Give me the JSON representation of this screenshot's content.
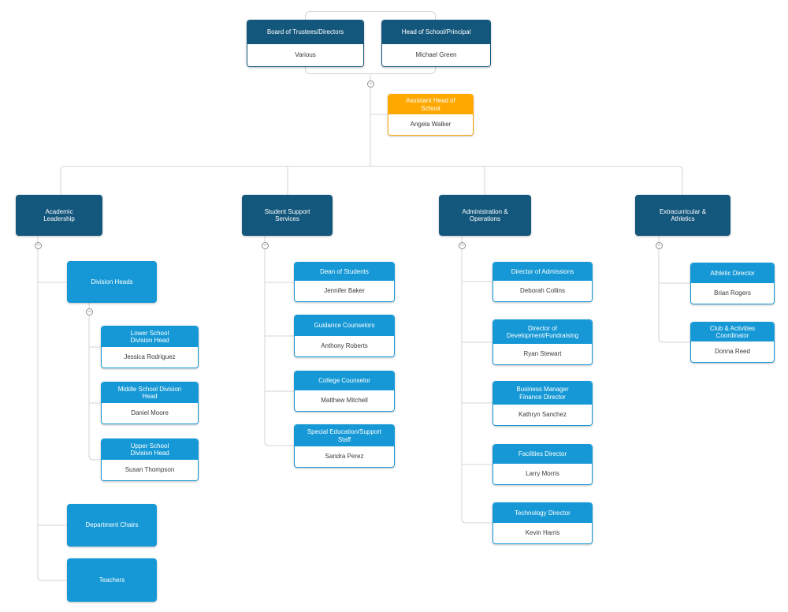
{
  "palette": {
    "dark": "#14577d",
    "light": "#1598d5",
    "orange": "#ffa800",
    "line": "#d4d4d4"
  },
  "icons": {
    "collapse_glyph": "−"
  },
  "nodes": {
    "board": {
      "title": "Board of Trustees/Directors",
      "person": "Various"
    },
    "head": {
      "title": "Head of School/Principal",
      "person": "Michael Green"
    },
    "assistant": {
      "title": "Assistant Head of\nSchool",
      "person": "Angela Walker"
    },
    "academic": {
      "title": "Academic\nLeadership"
    },
    "student": {
      "title": "Student Support\nServices"
    },
    "admin": {
      "title": "Administration &\nOperations"
    },
    "extra": {
      "title": "Extracurricular &\nAthletics"
    },
    "division_heads": {
      "title": "Division Heads"
    },
    "lower": {
      "title": "Lower School\nDivision Head",
      "person": "Jessica Rodriguez"
    },
    "middle": {
      "title": "Middle School Division\nHead",
      "person": "Daniel Moore"
    },
    "upper": {
      "title": "Upper School\nDivision Head",
      "person": "Susan Thompson"
    },
    "dept_chairs": {
      "title": "Department Chairs"
    },
    "teachers": {
      "title": "Teachers"
    },
    "dean": {
      "title": "Dean of Students",
      "person": "Jennifer Baker"
    },
    "guidance": {
      "title": "Guidance Counselors",
      "person": "Anthony Roberts"
    },
    "college": {
      "title": "College Counselor",
      "person": "Matthew Mitchell"
    },
    "special": {
      "title": "Special Education/Support\nStaff",
      "person": "Sandra Perez"
    },
    "admissions": {
      "title": "Director of Admissions",
      "person": "Deborah Collins"
    },
    "development": {
      "title": "Director of\nDevelopment/Fundraising",
      "person": "Ryan Stewart"
    },
    "business": {
      "title": "Business Manager\nFinance Director",
      "person": "Kathryn Sanchez"
    },
    "facilities": {
      "title": "Facilities Director",
      "person": "Larry Morris"
    },
    "technology": {
      "title": "Technology Director",
      "person": "Kevin Harris"
    },
    "athletic": {
      "title": "Athletic Director",
      "person": "Brian Rogers"
    },
    "club": {
      "title": "Club & Activities\nCoordinator",
      "person": "Donna Reed"
    }
  }
}
